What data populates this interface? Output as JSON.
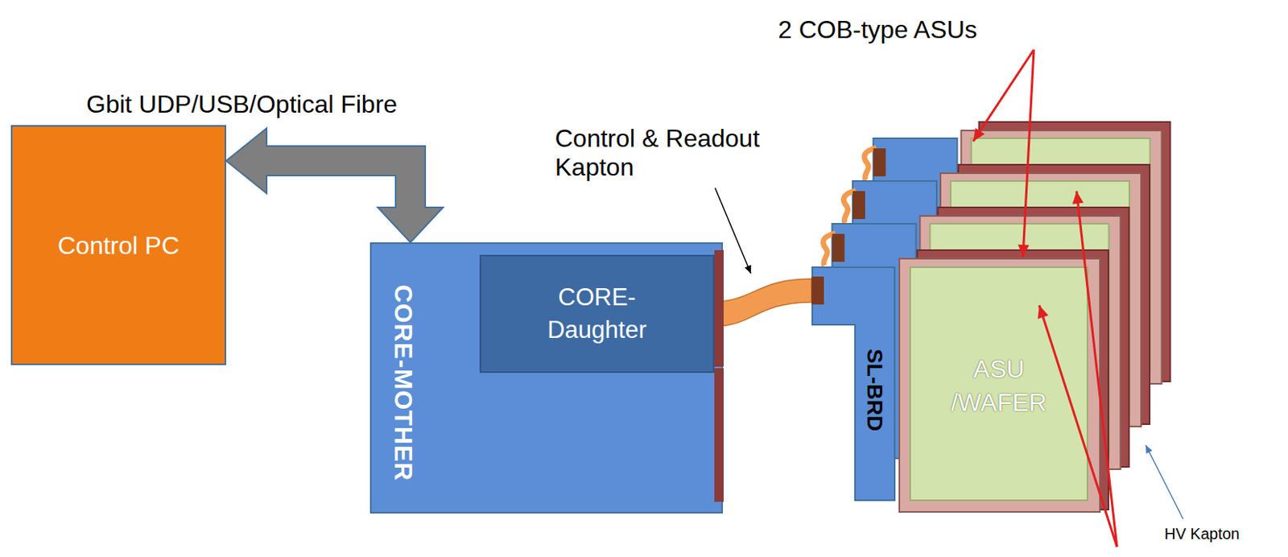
{
  "diagram": {
    "nodes": [
      {
        "text": [
          "Control PC"
        ]
      },
      {
        "text": [
          "CORE-MOTHER"
        ]
      },
      {
        "text": [
          "CORE-Daughter"
        ],
        "in": 1
      },
      {
        "text": [
          "SL-BRD"
        ]
      },
      {
        "text": [
          "ASU /WAFER"
        ]
      }
    ],
    "edges": [
      {
        "from": 0,
        "to": 1,
        "arrow": "both"
      },
      {
        "from": 2,
        "to": 3,
        "arrow": "none"
      }
    ],
    "labels": [
      "Gbit UDP/USB/Optical Fibre",
      "Control & Readout Kapton",
      "2 COB-type ASUs",
      "HV Kapton"
    ]
  }
}
